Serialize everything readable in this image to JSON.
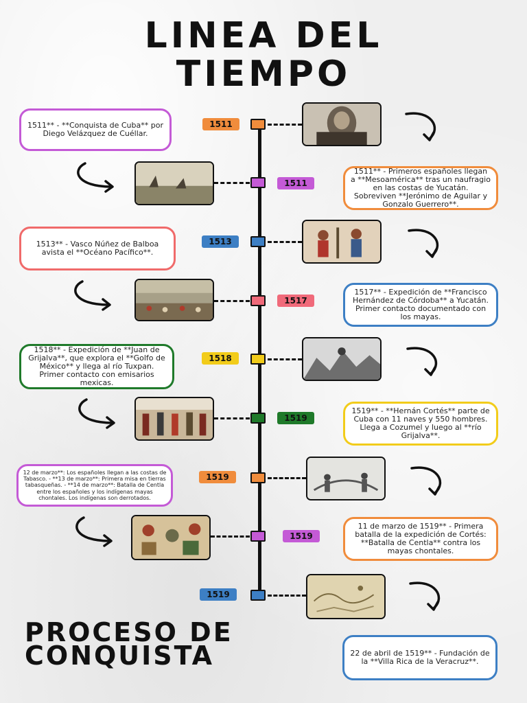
{
  "header": {
    "title_line1": "LINEA DEL",
    "title_line2": "TIEMPO"
  },
  "footer": {
    "line1": "PROCESO DE",
    "line2": "CONQUISTA"
  },
  "events": [
    {
      "year": "1511",
      "color": "#f08c3c",
      "text": "1511** - **Conquista de Cuba** por Diego Velázquez de Cuéllar.",
      "border": "#c45ad6"
    },
    {
      "year": "1511",
      "color": "#c45ad6",
      "text": "1511** - Primeros españoles llegan a **Mesoamérica** tras un naufragio en las costas de Yucatán. Sobreviven **Jerónimo de Aguilar y Gonzalo Guerrero**.",
      "border": "#f08c3c"
    },
    {
      "year": "1513",
      "color": "#3d7fc4",
      "text": "1513** - Vasco Núñez de Balboa avista el **Océano Pacífico**.",
      "border": "#f06a6a"
    },
    {
      "year": "1517",
      "color": "#f06a7a",
      "text": "1517** - Expedición de **Francisco Hernández de Córdoba** a Yucatán. Primer contacto documentado con los mayas.",
      "border": "#3d7fc4"
    },
    {
      "year": "1518",
      "color": "#f2cc1a",
      "text": "1518** - Expedición de **Juan de Grijalva**, que explora el **Golfo de México** y llega al río Tuxpan. Primer contacto con emisarios mexicas.",
      "border": "#1f7a2a"
    },
    {
      "year": "1519",
      "color": "#1f7a2a",
      "text": "1519** - **Hernán Cortés** parte de Cuba con 11 naves y 550 hombres. Llega a Cozumel y luego al **río Grijalva**.",
      "border": "#f2cc1a"
    },
    {
      "year": "1519",
      "color": "#f08c3c",
      "text": "12 de marzo**: Los españoles llegan a las costas de Tabasco. - **13 de marzo**: Primera misa en tierras tabasqueñas. - **14 de marzo**: Batalla de Centla entre los españoles y los indígenas mayas chontales. Los indígenas son derrotados.",
      "border": "#c45ad6"
    },
    {
      "year": "1519",
      "color": "#c45ad6",
      "text": "11 de marzo de 1519** - Primera batalla de la expedición de Cortés: **Batalla de Centla** contra los mayas chontales.",
      "border": "#f08c3c"
    },
    {
      "year": "1519",
      "color": "#3d7fc4",
      "text": "22 de abril de 1519** - Fundación de la **Villa Rica de la Veracruz**.",
      "border": "#3d7fc4"
    }
  ]
}
